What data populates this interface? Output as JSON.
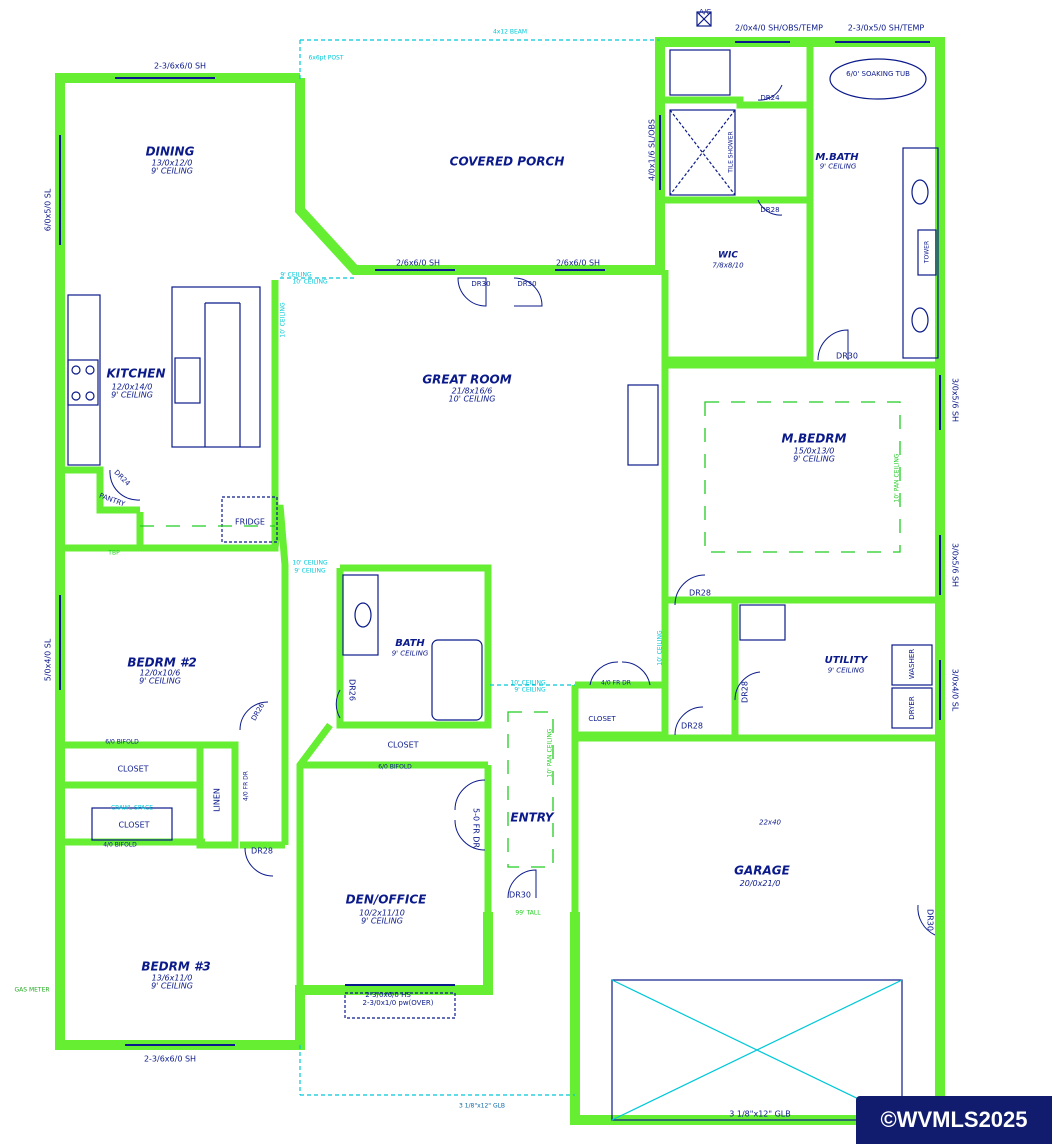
{
  "rooms": {
    "dining": {
      "name": "DINING",
      "dims": "13/0x12/0",
      "ceiling": "9' CEILING"
    },
    "covered_porch": {
      "name": "COVERED  PORCH"
    },
    "kitchen": {
      "name": "KITCHEN",
      "dims": "12/0x14/0",
      "ceiling": "9' CEILING"
    },
    "great_room": {
      "name": "GREAT ROOM",
      "dims": "21/8x16/6",
      "ceiling": "10' CEILING"
    },
    "mbath": {
      "name": "M.BATH",
      "ceiling": "9' CEILING"
    },
    "wic": {
      "name": "WIC",
      "dims": "7/8x8/10"
    },
    "mbedrm": {
      "name": "M.BEDRM",
      "dims": "15/0x13/0",
      "ceiling": "9' CEILING"
    },
    "bedrm2": {
      "name": "BEDRM  #2",
      "dims": "12/0x10/6",
      "ceiling": "9' CEILING"
    },
    "bath": {
      "name": "BATH",
      "ceiling": "9' CEILING"
    },
    "utility": {
      "name": "UTILITY",
      "ceiling": "9' CEILING"
    },
    "entry": {
      "name": "ENTRY"
    },
    "den": {
      "name": "DEN/OFFICE",
      "dims": "10/2x11/10",
      "ceiling": "9' CEILING"
    },
    "garage": {
      "name": "GARAGE",
      "dims": "20/0x21/0",
      "note": "22x40"
    },
    "bedrm3": {
      "name": "BEDRM  #3",
      "dims": "13/6x11/0",
      "ceiling": "9' CEILING"
    }
  },
  "fixtures": {
    "closet_bd2": "CLOSET",
    "closet_bd3": "CLOSET",
    "closet_den": "CLOSET",
    "closet_entry": "CLOSET",
    "linen": "LINEN",
    "pantry": "PANTRY",
    "fridge": "FRIDGE",
    "soaking_tub": "6/0' SOAKING TUB",
    "tile_shower": "TILE SHOWER",
    "tower": "TOWER",
    "washer": "WASHER",
    "dryer": "DRYER",
    "ac": "A/C",
    "gas_meter": "GAS METER",
    "crawl_space": "CRAWL SPACE"
  },
  "windows": {
    "dining_top": "2-3/6x6/0 SH",
    "dining_left": "6/0x5/0 SL",
    "porch_left": "2/6x6/0 SH",
    "porch_right": "2/6x6/0 SH",
    "mbath_top_left": "2/0x4/0 SH/OBS/TEMP",
    "mbath_top_right": "2-3/0x5/0 SH/TEMP",
    "mbath_side": "4/0x1/6 SL/OBS",
    "mbed_right_top": "3/0x5/6 SH",
    "mbed_right_bottom": "3/0x5/6 SH",
    "utility_right": "3/0x4/0 SL",
    "bd2_left": "5/0x4/0 SL",
    "bd3_bottom": "2-3/6x6/0 SH",
    "den_bottom_1": "2-3/0x6/0 HS",
    "den_bottom_2": "2-3/0x1/0 pw(OVER)",
    "garage_beam": "3 1/8\"x12\" GLB",
    "porch_beam": "3 1/8\"x12\" GLB",
    "porch_top_beam": "4x12 BEAM"
  },
  "doors": {
    "dr30_porch_a": "DR30",
    "dr30_porch_b": "DR30",
    "dr24_mbath": "DR24",
    "dr28_wic": "DR28",
    "dr30_mbed": "DR30",
    "dr28_mbed_b": "DR28",
    "dr28_utility": "DR28",
    "dr28_hall": "DR28",
    "dr26_bath": "DR26",
    "dr26_bd2": "DR26",
    "dr28_bd3": "DR28",
    "dr30_entry": "DR30",
    "dr30_garage": "DR30",
    "dr24_pantry": "DR24",
    "entry_closet_dr": "4/0 FR DR",
    "den_fr_dr": "5-0 FR DR",
    "linen_dr": "4/0 FR DR",
    "bifold_bd2": "6/0 BIFOLD",
    "bifold_bd3": "4/0 BIFOLD",
    "bifold_den": "6/0 BIFOLD"
  },
  "notes": {
    "ceil_9_a": "9' CEILING",
    "ceil_10_a": "10' CEILING",
    "ceil_10_b": "10' CEILING",
    "ceil_10_c": "10' CEILING",
    "ceil_9_c": "9' CEILING",
    "ceil_10_d": "10' CEILING",
    "ceil_9_d": "9' CEILING",
    "ceil_10_e": "10' CEILING",
    "pan_ceiling_mbed": "10' PAN CEILING",
    "pan_ceiling_entry": "10' PAN CEILING",
    "tall_99": "99' TALL",
    "post": "6x6pt POST",
    "tbp": "TBP"
  },
  "watermark": "©WVMLS2025",
  "colors": {
    "wall": "#66ee33",
    "line": "#0b1a8a",
    "cyan": "#00c8d8",
    "green": "#22cc22"
  }
}
